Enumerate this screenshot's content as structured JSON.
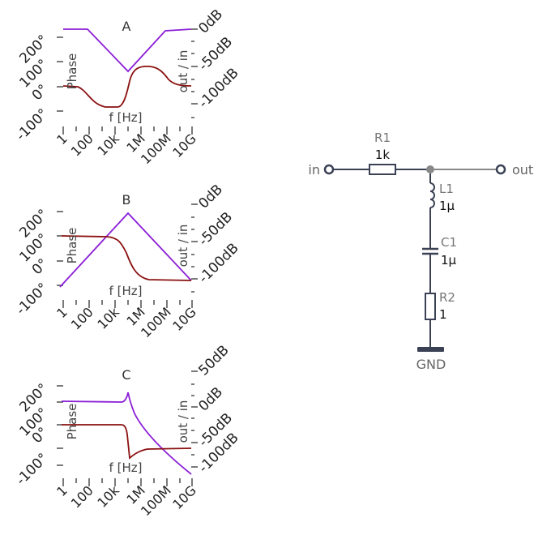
{
  "plots": [
    {
      "id": "A",
      "title": "A",
      "x_label": "f [Hz]",
      "phase_label": "Phase",
      "mag_label": "out / in",
      "phase_ticks": [
        "200°",
        "100°",
        "0°",
        "-100°"
      ],
      "mag_ticks": [
        "0dB",
        "-50dB",
        "-100dB"
      ],
      "freq_ticks": [
        "1",
        "100",
        "10k",
        "1M",
        "100M",
        "10G"
      ]
    },
    {
      "id": "B",
      "title": "B",
      "x_label": "f [Hz]",
      "phase_label": "Phase",
      "mag_label": "out / in",
      "phase_ticks": [
        "200°",
        "100°",
        "0°",
        "-100°"
      ],
      "mag_ticks": [
        "0dB",
        "-50dB",
        "-100dB"
      ],
      "freq_ticks": [
        "1",
        "100",
        "10k",
        "1M",
        "100M",
        "10G"
      ]
    },
    {
      "id": "C",
      "title": "C",
      "x_label": "f [Hz]",
      "phase_label": "Phase",
      "mag_label": "out / in",
      "phase_ticks": [
        "200°",
        "100°",
        "0°",
        "-100°"
      ],
      "mag_ticks": [
        "50dB",
        "0dB",
        "-50dB",
        "-100dB"
      ],
      "freq_ticks": [
        "1",
        "100",
        "10k",
        "1M",
        "100M",
        "10G"
      ]
    }
  ],
  "circuit": {
    "input_label": "in",
    "output_label": "out",
    "ground_label": "GND",
    "components": [
      {
        "id": "r1",
        "name": "R1",
        "value": "1k"
      },
      {
        "id": "l1",
        "name": "L1",
        "value": "1µ"
      },
      {
        "id": "c1",
        "name": "C1",
        "value": "1µ"
      },
      {
        "id": "r2",
        "name": "R2",
        "value": "1"
      }
    ]
  },
  "colors": {
    "magnitude": "#8b1fd6",
    "phase": "#8b1010",
    "schematic": "#3a4155",
    "wire_out": "#888888"
  }
}
